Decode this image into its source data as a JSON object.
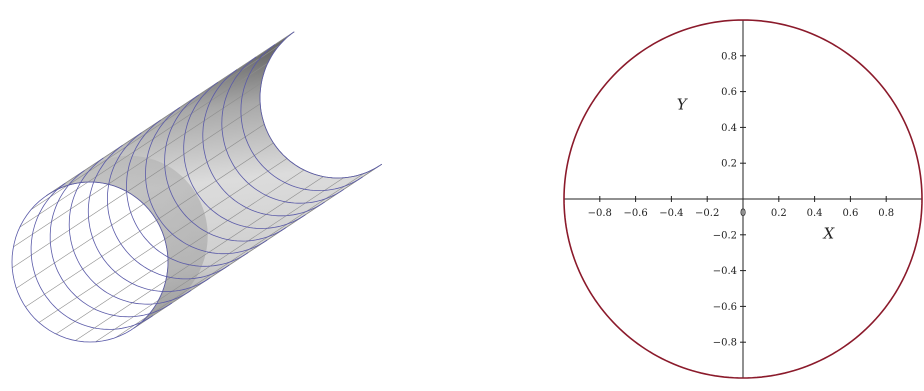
{
  "figure": {
    "surface": {
      "shape": "cylinder",
      "face_color": "#d9d9d9",
      "mesh_color": "#5a5aa8"
    }
  },
  "chart_data": {
    "type": "line",
    "title": "",
    "xlabel": "X",
    "ylabel": "Y",
    "xlim": [
      -1,
      1
    ],
    "ylim": [
      -1,
      1
    ],
    "x_ticks": [
      -0.8,
      -0.6,
      -0.4,
      -0.2,
      0,
      0.2,
      0.4,
      0.6,
      0.8
    ],
    "y_ticks": [
      -0.8,
      -0.6,
      -0.4,
      -0.2,
      0.2,
      0.4,
      0.6,
      0.8
    ],
    "x_tick_labels": [
      "−0.8",
      "−0.6",
      "−0.4",
      "−0.2",
      "0",
      "0.2",
      "0.4",
      "0.6",
      "0.8"
    ],
    "y_tick_labels": [
      "−0.8",
      "−0.6",
      "−0.4",
      "−0.2",
      "0.2",
      "0.4",
      "0.6",
      "0.8"
    ],
    "grid": false,
    "series": [
      {
        "curve": "unit circle x^2 + y^2 = 1",
        "color": "#8b1a2b",
        "x": [
          1,
          0.866,
          0.5,
          0,
          -0.5,
          -0.866,
          -1,
          -0.866,
          -0.5,
          0,
          0.5,
          0.866,
          1
        ],
        "y": [
          0,
          0.5,
          0.866,
          1,
          0.866,
          0.5,
          0,
          -0.5,
          -0.866,
          -1,
          -0.866,
          -0.5,
          0
        ]
      }
    ]
  }
}
